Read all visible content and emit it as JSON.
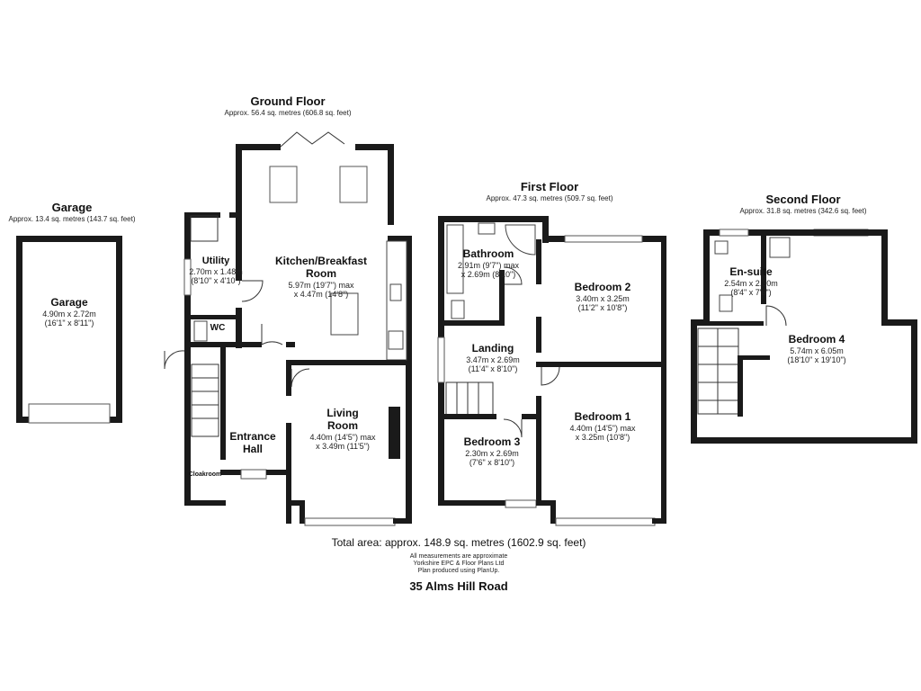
{
  "floors": {
    "garage": {
      "title": "Garage",
      "area": "Approx. 13.4 sq. metres (143.7 sq. feet)"
    },
    "ground": {
      "title": "Ground Floor",
      "area": "Approx. 56.4 sq. metres (606.8 sq. feet)"
    },
    "first": {
      "title": "First Floor",
      "area": "Approx. 47.3 sq. metres (509.7 sq. feet)"
    },
    "second": {
      "title": "Second Floor",
      "area": "Approx. 31.8 sq. metres (342.6 sq. feet)"
    }
  },
  "rooms": {
    "garage": {
      "name": "Garage",
      "dim1": "4.90m x 2.72m",
      "dim2": "(16'1\" x 8'11\")"
    },
    "utility": {
      "name": "Utility",
      "dim1": "2.70m x 1.48m",
      "dim2": "(8'10\" x 4'10\")"
    },
    "wc": {
      "name": "WC"
    },
    "kitchen": {
      "name1": "Kitchen/Breakfast",
      "name2": "Room",
      "dim1": "5.97m (19'7\") max",
      "dim2": "x 4.47m (14'8\")"
    },
    "entrance": {
      "name1": "Entrance",
      "name2": "Hall"
    },
    "cloakroom": {
      "name": "Cloakroom"
    },
    "living": {
      "name1": "Living",
      "name2": "Room",
      "dim1": "4.40m (14'5\") max",
      "dim2": "x 3.49m (11'5\")"
    },
    "bathroom": {
      "name": "Bathroom",
      "dim1": "2.91m (9'7\") max",
      "dim2": "x 2.69m (8'10\")"
    },
    "bedroom2": {
      "name": "Bedroom 2",
      "dim1": "3.40m x 3.25m",
      "dim2": "(11'2\" x 10'8\")"
    },
    "landing": {
      "name": "Landing",
      "dim1": "3.47m x 2.69m",
      "dim2": "(11'4\" x 8'10\")"
    },
    "bedroom1": {
      "name": "Bedroom 1",
      "dim1": "4.40m (14'5\") max",
      "dim2": "x 3.25m (10'8\")"
    },
    "bedroom3": {
      "name": "Bedroom 3",
      "dim1": "2.30m x 2.69m",
      "dim2": "(7'6\" x 8'10\")"
    },
    "ensuite": {
      "name": "En-suite",
      "dim1": "2.54m x 2.30m",
      "dim2": "(8'4\" x 7'6\")"
    },
    "bedroom4": {
      "name": "Bedroom 4",
      "dim1": "5.74m x 6.05m",
      "dim2": "(18'10\" x 19'10\")"
    }
  },
  "footer": {
    "total": "Total area: approx. 148.9 sq. metres (1602.9 sq. feet)",
    "note1": "All measurements are approximate",
    "note2": "Yorkshire EPC & Floor Plans  Ltd",
    "note3": "Plan produced using PlanUp.",
    "address": "35 Alms Hill Road"
  }
}
